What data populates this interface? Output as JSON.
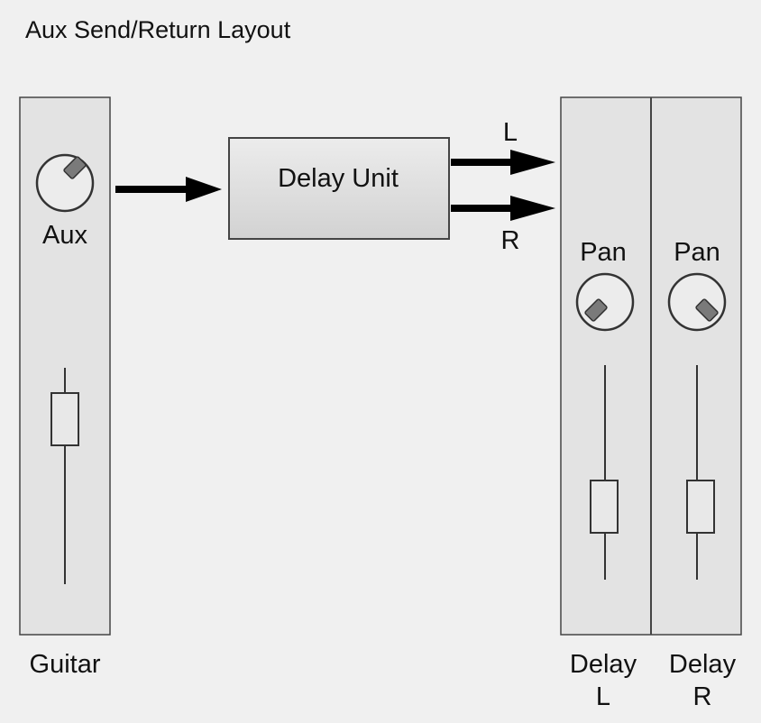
{
  "title": "Aux Send/Return Layout",
  "guitar_channel": {
    "knob_label": "Aux",
    "channel_label": "Guitar"
  },
  "delay_unit": {
    "label": "Delay Unit"
  },
  "outputs": {
    "left": "L",
    "right": "R"
  },
  "return_left": {
    "knob_label": "Pan",
    "channel_label_line1": "Delay",
    "channel_label_line2": "L"
  },
  "return_right": {
    "knob_label": "Pan",
    "channel_label_line1": "Delay",
    "channel_label_line2": "R"
  },
  "colors": {
    "background": "#f0f0f0",
    "strip_fill": "#e2e2e2",
    "box_fill": "#dcdcdc",
    "stroke": "#333333",
    "knob_pointer": "#7a7a7a",
    "arrow": "#000000"
  }
}
